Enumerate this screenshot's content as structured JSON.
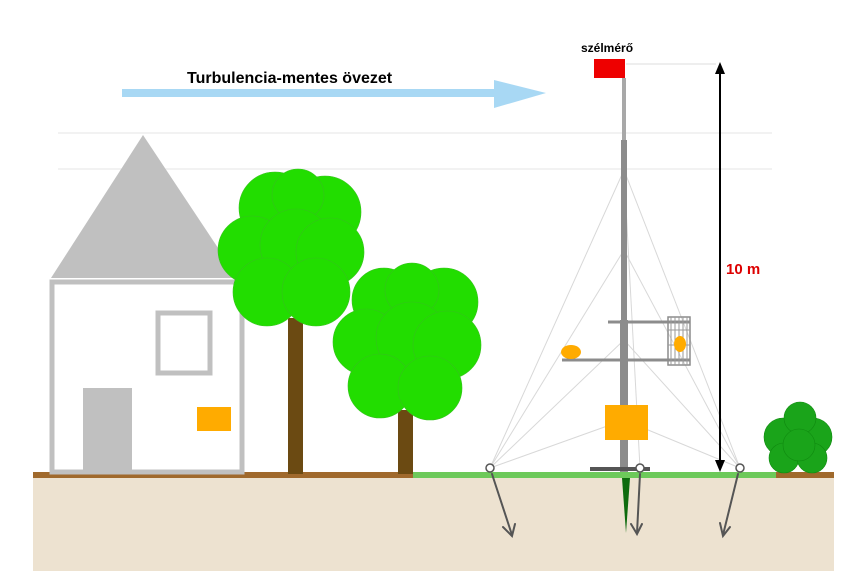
{
  "labels": {
    "zone": "Turbulencia-mentes övezet",
    "anemometer": "szélmérő",
    "height": "10 m"
  },
  "colors": {
    "ground": "#ede2d0",
    "ground_line_brown": "#a0692c",
    "ground_line_green": "#6dc95a",
    "house_gray": "#c0c0c0",
    "tree_green": "#22dd00",
    "tree_trunk": "#6b4a12",
    "bush_green": "#1aa41a",
    "mast_gray": "#8c8c8c",
    "guy_wire": "#d8d8d8",
    "anemometer_red": "#ee0000",
    "arrow_blue": "#a8d8f4",
    "box_orange": "#ffab00",
    "height_label": "#dd0000"
  }
}
